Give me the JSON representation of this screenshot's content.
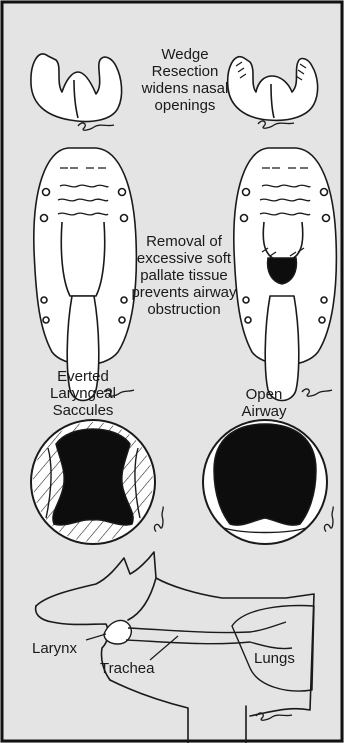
{
  "colors": {
    "panel_background": "#e4e4e4",
    "frame": "#111111",
    "ink": "#1a1a1a",
    "fill_dark": "#0d0d0d",
    "paper": "#ffffff"
  },
  "panels": {
    "nose": {
      "caption_lines": [
        "Wedge",
        "Resection",
        "widens nasal",
        "openings"
      ],
      "signature": "Gans"
    },
    "palate": {
      "caption_lines": [
        "Removal of",
        "excessive soft",
        "pallate tissue",
        "prevents airway",
        "obstruction"
      ],
      "signature": "Gans"
    },
    "larynx": {
      "left_title_lines": [
        "Everted",
        "Laryngeal",
        "Saccules"
      ],
      "right_title_lines": [
        "Open",
        "Airway"
      ],
      "signature": "Gans"
    },
    "dog": {
      "labels": {
        "larynx": "Larynx",
        "trachea": "Trachea",
        "lungs": "Lungs"
      },
      "signature": "Gans"
    }
  }
}
